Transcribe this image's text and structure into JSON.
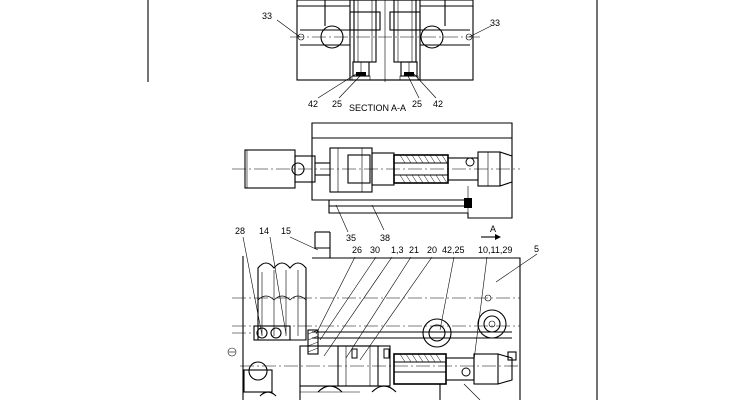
{
  "section_title": "SECTION A-A",
  "view_arrow_label": "A",
  "callouts": {
    "c33_left": "33",
    "c33_right": "33",
    "c42_left": "42",
    "c25_left": "25",
    "c25_right": "25",
    "c42_right": "42",
    "c35": "35",
    "c38": "38",
    "c28": "28",
    "c14": "14",
    "c15": "15",
    "c26": "26",
    "c30": "30",
    "c1_3": "1,3",
    "c21": "21",
    "c20": "20",
    "c42_25": "42,25",
    "c10_11_29": "10,11,29",
    "c5": "5"
  }
}
